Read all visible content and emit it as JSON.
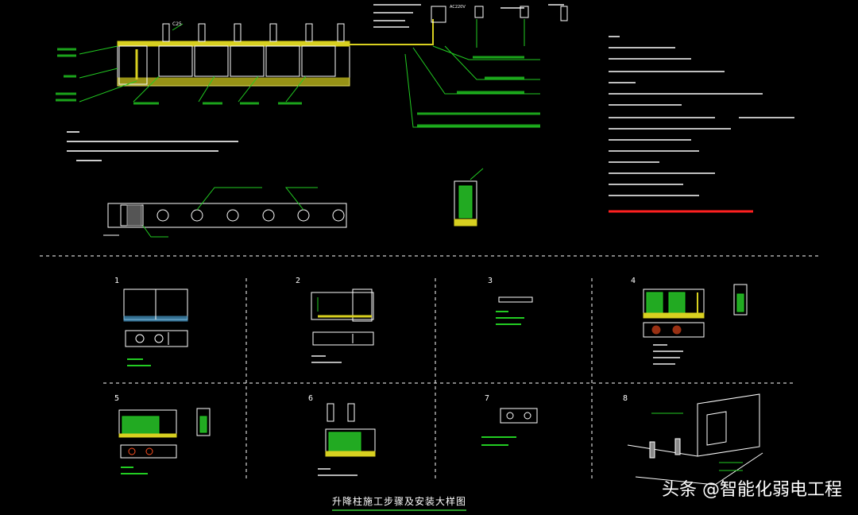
{
  "drawing": {
    "title": "升降柱施工步骤及安装大样图",
    "watermark": "头条 @智能化弱电工程",
    "top_labels": {
      "c25": "C25",
      "power": "AC220V",
      "detail_numbers": [
        "1",
        "2",
        "3",
        "4",
        "5",
        "6",
        "7",
        "8"
      ]
    },
    "colors": {
      "background": "#000000",
      "line_white": "#ffffff",
      "line_green": "#22cc22",
      "gravel_yellow": "#d8d020",
      "annotation_red": "#ff2020"
    }
  }
}
